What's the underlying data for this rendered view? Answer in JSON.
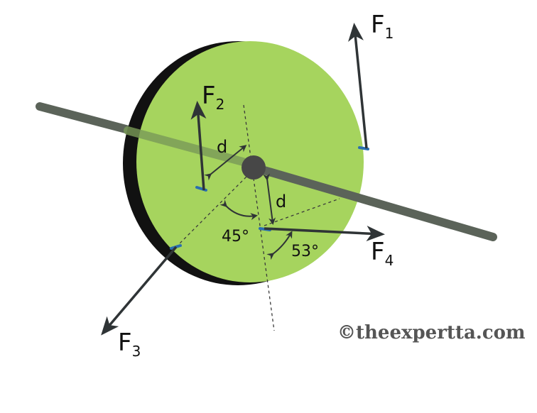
{
  "colors": {
    "disk_face": "#a6d45e",
    "disk_rim": "#111111",
    "axle": "#5b6359",
    "arrow": "#2f3436",
    "tick_mark": "#2a6fb0",
    "watermark": "#555555"
  },
  "forces": [
    {
      "id": "F1",
      "letter": "F",
      "sub": "1"
    },
    {
      "id": "F2",
      "letter": "F",
      "sub": "2"
    },
    {
      "id": "F3",
      "letter": "F",
      "sub": "3"
    },
    {
      "id": "F4",
      "letter": "F",
      "sub": "4"
    }
  ],
  "dimensions": {
    "d_upper": "d",
    "d_lower": "d"
  },
  "angles": {
    "angle_a": "45°",
    "angle_b": "53°"
  },
  "watermark": "©theexpertta.com"
}
